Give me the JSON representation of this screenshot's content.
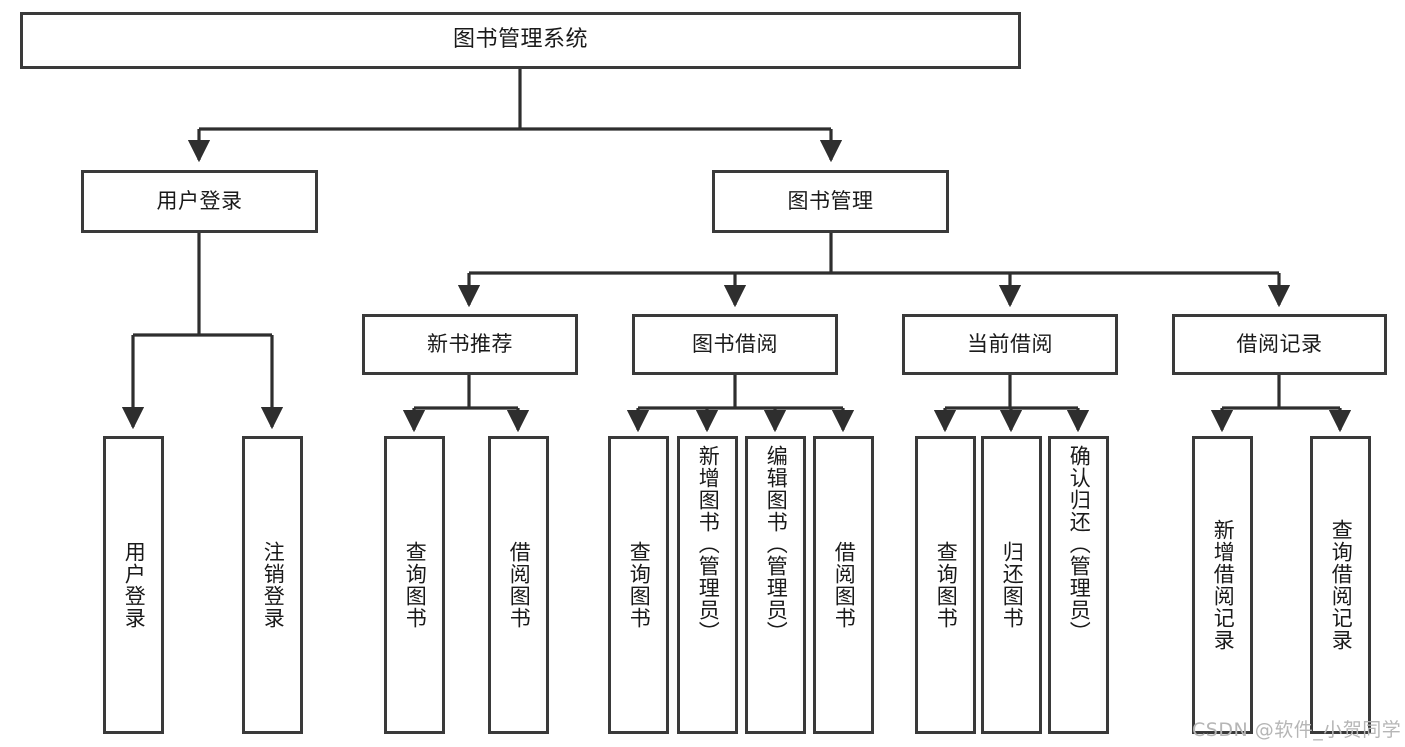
{
  "diagram": {
    "type": "tree-hierarchy-chart",
    "title": "图书管理系统",
    "watermark": "CSDN @软件_小贺同学",
    "colors": {
      "box_border": "#3a3a3a",
      "box_fill": "#ffffff",
      "connector": "#2e2e2e",
      "text": "#1a1a1a",
      "watermark": "#b6b6b6",
      "background": "#ffffff"
    },
    "root": {
      "label": "图书管理系统"
    },
    "level2": [
      {
        "label": "用户登录"
      },
      {
        "label": "图书管理"
      }
    ],
    "level3": [
      {
        "label": "新书推荐"
      },
      {
        "label": "图书借阅"
      },
      {
        "label": "当前借阅"
      },
      {
        "label": "借阅记录"
      }
    ],
    "leaves": {
      "user_login": [
        {
          "label": "用户登录"
        },
        {
          "label": "注销登录"
        }
      ],
      "new_book_recommend": [
        {
          "label": "查询图书"
        },
        {
          "label": "借阅图书"
        }
      ],
      "book_borrow": [
        {
          "label": "查询图书"
        },
        {
          "label": "新增图书（管理员）"
        },
        {
          "label": "编辑图书（管理员）"
        },
        {
          "label": "借阅图书"
        }
      ],
      "current_borrow": [
        {
          "label": "查询图书"
        },
        {
          "label": "归还图书"
        },
        {
          "label": "确认归还（管理员）"
        }
      ],
      "borrow_record": [
        {
          "label": "新增借阅记录"
        },
        {
          "label": "查询借阅记录"
        }
      ]
    }
  }
}
